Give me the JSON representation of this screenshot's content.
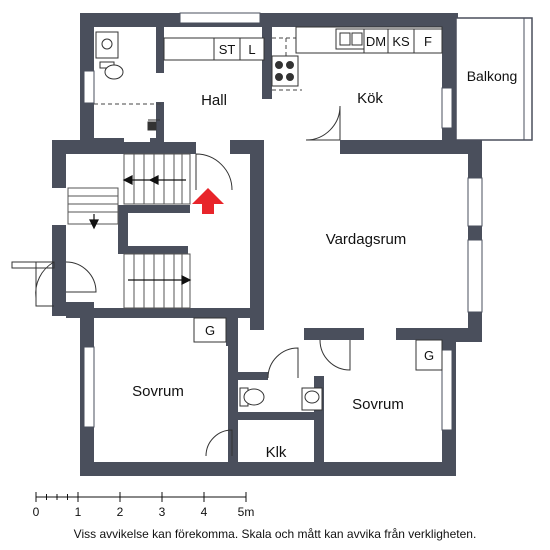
{
  "rooms": {
    "hall": "Hall",
    "kok": "Kök",
    "balkong": "Balkong",
    "vardagsrum": "Vardagsrum",
    "sovrum_left": "Sovrum",
    "sovrum_right": "Sovrum",
    "klk": "Klk"
  },
  "fixtures": {
    "st": "ST",
    "l": "L",
    "dm": "DM",
    "ks": "KS",
    "f": "F",
    "g_center": "G",
    "g_right": "G"
  },
  "scale": {
    "ticks": [
      "0",
      "1",
      "2",
      "3",
      "4",
      "5m"
    ]
  },
  "disclaimer": "Viss avvikelse kan förekomma. Skala och mått kan avvika från verkligheten.",
  "colors": {
    "wall": "#4a4f5c",
    "arrow": "#e8242a"
  }
}
